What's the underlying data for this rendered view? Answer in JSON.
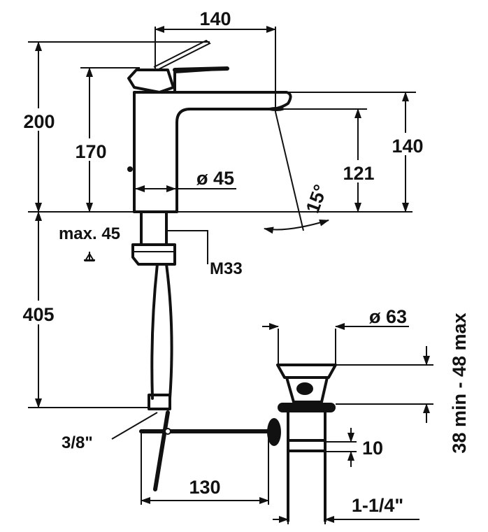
{
  "title": "Basin mixer with pop-up waste — dimension drawing",
  "colors": {
    "ink": "#111111",
    "background": "#ffffff"
  },
  "dimensions": {
    "top_width": "140",
    "total_height": "200",
    "lever_height": "170",
    "spout_height": "140",
    "outlet_height": "121",
    "body_diameter": "ø 45",
    "spout_angle": "15°",
    "max_deck": "max. 45",
    "thread": "M33",
    "below_deck": "405",
    "hose_connection": "3/8\"",
    "rod_length": "130",
    "waste_diameter": "ø 63",
    "waste_range": "38 min - 48 max",
    "waste_step": "10",
    "waste_thread": "1-1/4\""
  }
}
